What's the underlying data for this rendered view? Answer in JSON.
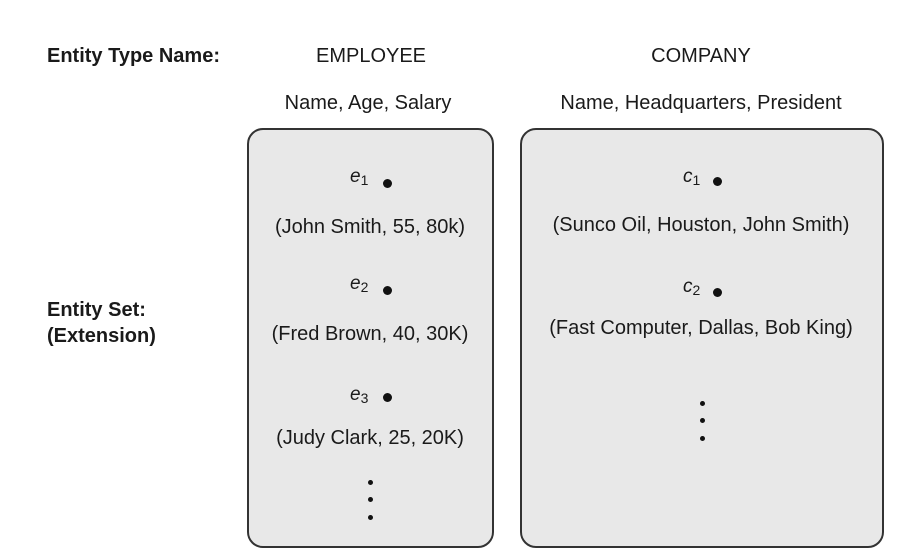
{
  "labels": {
    "entity_type_name": "Entity Type Name:",
    "entity_set_line1": "Entity Set:",
    "entity_set_line2": "(Extension)"
  },
  "entity_types": [
    {
      "name": "EMPLOYEE",
      "attributes": "Name, Age, Salary",
      "entities": [
        {
          "symbol": "e",
          "index": "1",
          "values": "(John Smith, 55, 80k)"
        },
        {
          "symbol": "e",
          "index": "2",
          "values": "(Fred Brown, 40, 30K)"
        },
        {
          "symbol": "e",
          "index": "3",
          "values": "(Judy Clark, 25, 20K)"
        }
      ]
    },
    {
      "name": "COMPANY",
      "attributes": "Name, Headquarters, President",
      "entities": [
        {
          "symbol": "c",
          "index": "1",
          "values": "(Sunco Oil, Houston, John Smith)"
        },
        {
          "symbol": "c",
          "index": "2",
          "values": "(Fast Computer, Dallas, Bob King)"
        }
      ]
    }
  ]
}
